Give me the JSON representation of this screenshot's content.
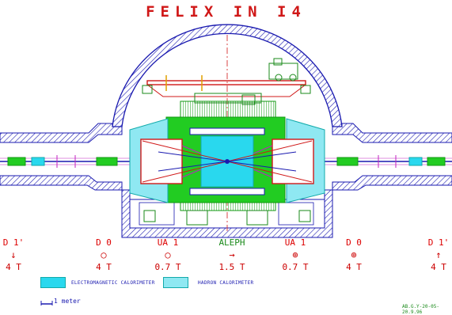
{
  "title": "FELIX IN I4",
  "magnets": [
    {
      "name": "D 1'",
      "symbol": "↓",
      "field": "4 T"
    },
    {
      "name": "D 0",
      "symbol": "○",
      "field": "4 T"
    },
    {
      "name": "UA 1",
      "symbol": "○",
      "field": "0.7 T"
    },
    {
      "name": "ALEPH",
      "symbol": "→",
      "field": "1.5 T"
    },
    {
      "name": "UA 1",
      "symbol": "⊕",
      "field": "0.7 T"
    },
    {
      "name": "D 0",
      "symbol": "⊕",
      "field": "4 T"
    },
    {
      "name": "D 1'",
      "symbol": "↑",
      "field": "4 T"
    }
  ],
  "legend": {
    "em_label": "ELECTROMAGNETIC CALORIMETER",
    "had_label": "HADRON CALORIMETER"
  },
  "scale_label": "1 meter",
  "stamp": "AB.G.Y-20-05-20.9.96",
  "colors": {
    "blue": "#1a1ab0",
    "red": "#d01818",
    "green": "#22cc22",
    "cyan": "#29d8ee",
    "magenta": "#c020c0"
  }
}
